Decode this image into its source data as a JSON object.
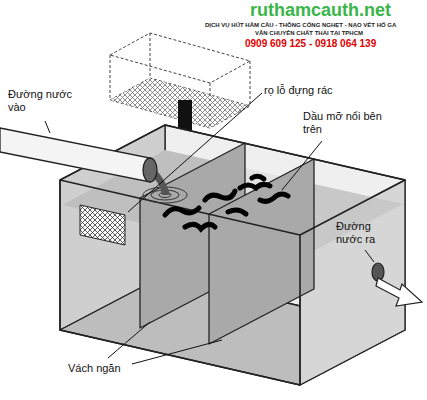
{
  "diagram": {
    "labels": [
      "ruthamcauth.net",
      "DỊCH VỤ HÚT HẦM CẦU - THÔNG CỐNG NGHẸT - NẠO VÉT HỐ GA",
      "VẬN CHUYỂN CHẤT THẢI TẠI TPHCM",
      "0909 609 125 - 0918 064 139",
      "Đường nước vào",
      "rọ lỗ đựng rác",
      "Dầu mỡ nổi bên trên",
      "Đường nước ra",
      "Vách ngăn"
    ]
  }
}
